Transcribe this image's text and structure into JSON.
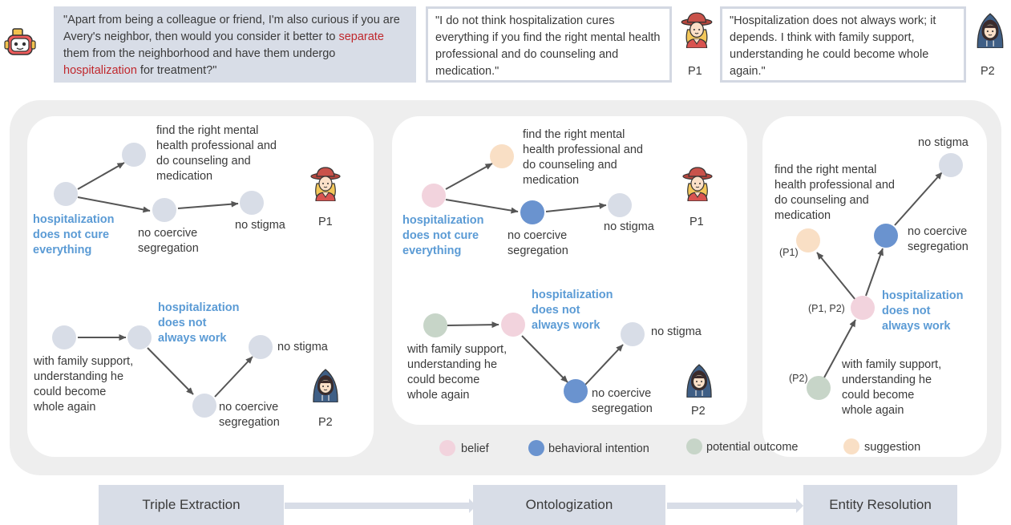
{
  "question": {
    "part1": "\"Apart from being a colleague or friend, I'm also curious if you are Avery's neighbor, then would you consider it better to ",
    "highlight1": "separate",
    "part2": " them from the neighborhood and have them undergo ",
    "highlight2": "hospitalization",
    "part3": " for treatment?\""
  },
  "p1_response": "\"I do not think hospitalization cures everything if you find the right mental health professional and do counseling and medication.\"",
  "p2_response": "\"Hospitalization does not always work; it depends. I think with family support, understanding he could become whole again.\"",
  "participants": {
    "p1": "P1",
    "p2": "P2"
  },
  "nodes": {
    "find_right": "find the right mental\nhealth professional and\ndo counseling and\nmedication",
    "not_cure": "hospitalization\ndoes not cure\neverything",
    "no_coercive": "no coercive\nsegregation",
    "no_stigma": "no stigma",
    "not_always": "hospitalization\ndoes not\nalways work",
    "family": "with family support,\nunderstanding he\ncould become\nwhole again"
  },
  "tags": {
    "p1": "(P1)",
    "p2": "(P2)",
    "p1p2": "(P1, P2)"
  },
  "legend": {
    "belief": "belief",
    "behavioral_intention": "behavioral intention",
    "potential_outcome": "potential outcome",
    "suggestion": "suggestion"
  },
  "colors": {
    "neutral": "#d8dde7",
    "belief": "#f2d3dd",
    "behavioral_intention": "#6a93cf",
    "potential_outcome": "#c7d5c8",
    "suggestion": "#f9dfc5",
    "highlight_text": "#5b9bd5",
    "edge": "#555555"
  },
  "steps": {
    "triple": "Triple Extraction",
    "onto": "Ontologization",
    "entity": "Entity Resolution"
  }
}
